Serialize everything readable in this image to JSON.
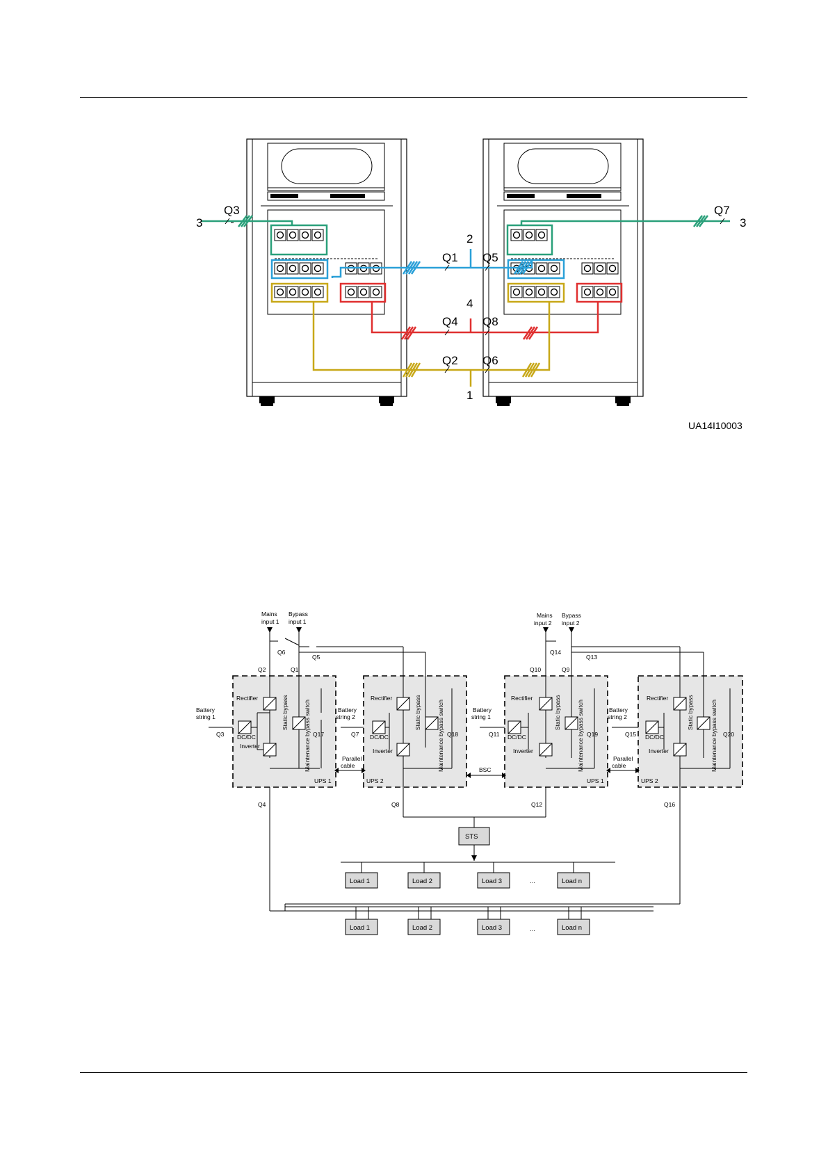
{
  "figure1": {
    "code": "UA14I10003",
    "callouts": [
      "1",
      "2",
      "3",
      "3",
      "4"
    ],
    "breakers": {
      "q3": "Q3",
      "q7": "Q7",
      "q1": "Q1",
      "q5": "Q5",
      "q4": "Q4",
      "q8": "Q8",
      "q2": "Q2",
      "q6": "Q6"
    },
    "colors": {
      "battery": "#2aa07a",
      "bypass": "#2aa0d8",
      "output": "#e03030",
      "mains": "#c8a818"
    }
  },
  "figure2": {
    "inputs": {
      "mains1": [
        "Mains",
        "input 1"
      ],
      "bypass1": [
        "Bypass",
        "input 1"
      ],
      "mains2": [
        "Mains",
        "input 2"
      ],
      "bypass2": [
        "Bypass",
        "input 2"
      ]
    },
    "battery_strings": [
      [
        "Battery",
        "string 1"
      ],
      [
        "Battery",
        "string 2"
      ],
      [
        "Battery",
        "string 1"
      ],
      [
        "Battery",
        "string 2"
      ]
    ],
    "ups_labels": [
      "UPS 1",
      "UPS 2",
      "UPS 1",
      "UPS 2"
    ],
    "blocks": {
      "rectifier": "Rectifier",
      "inverter": "Inverter",
      "dcdc": "DC/DC",
      "static_bypass": "Static bypass",
      "maint_switch": "Maintenance bypass switch"
    },
    "parallel_cable": [
      "Parallel",
      "cable"
    ],
    "bsc": "BSC",
    "sts": "STS",
    "loads": [
      "Load 1",
      "Load 2",
      "Load 3",
      "Load n"
    ],
    "ellipsis": "...",
    "breakers": {
      "q1": "Q1",
      "q2": "Q2",
      "q3": "Q3",
      "q4": "Q4",
      "q5": "Q5",
      "q6": "Q6",
      "q7": "Q7",
      "q8": "Q8",
      "q9": "Q9",
      "q10": "Q10",
      "q11": "Q11",
      "q12": "Q12",
      "q13": "Q13",
      "q14": "Q14",
      "q15": "Q15",
      "q16": "Q16",
      "q17": "Q17",
      "q18": "Q18",
      "q19": "Q19",
      "q20": "Q20"
    }
  }
}
